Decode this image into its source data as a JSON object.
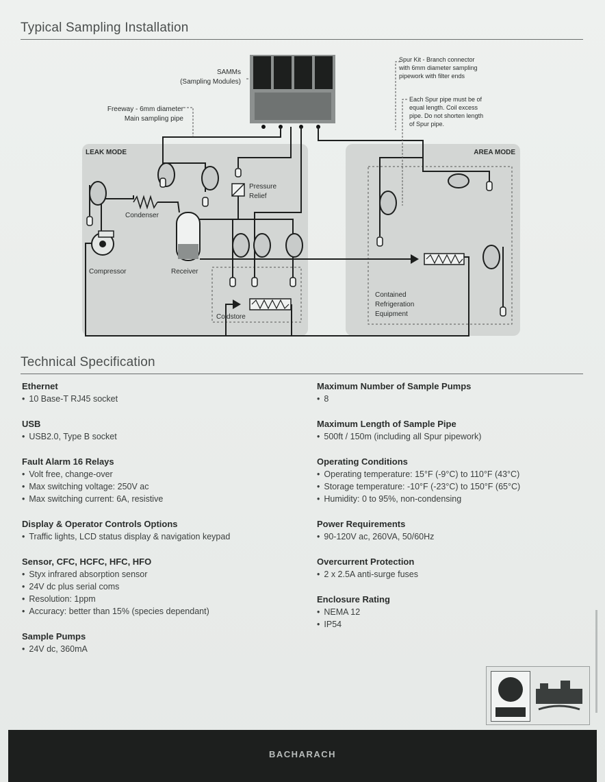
{
  "section1": {
    "title": "Typical Sampling Installation"
  },
  "diagram": {
    "samms": "SAMMs",
    "samms_sub": "(Sampling Modules)",
    "freeway_1": "Freeway - 6mm diameter",
    "freeway_2": "Main sampling pipe",
    "spur_1": "Spur Kit - Branch connector",
    "spur_2": "with 6mm diameter sampling",
    "spur_3": "pipework with filter ends",
    "each_1": "Each Spur pipe must be of",
    "each_2": "equal length. Coil excess",
    "each_3": "pipe. Do not shorten length",
    "each_4": "of Spur pipe.",
    "leak_mode": "LEAK MODE",
    "area_mode": "AREA MODE",
    "pressure": "Pressure",
    "relief": "Relief",
    "condenser": "Condenser",
    "compressor": "Compressor",
    "receiver": "Receiver",
    "coldstore": "Coldstore",
    "contained_1": "Contained",
    "contained_2": "Refrigeration",
    "contained_3": "Equipment"
  },
  "section2": {
    "title": "Technical Specification"
  },
  "specs_left": [
    {
      "title": "Ethernet",
      "items": [
        "10 Base-T RJ45 socket"
      ]
    },
    {
      "title": "USB",
      "items": [
        "USB2.0, Type B socket"
      ]
    },
    {
      "title": "Fault Alarm 16 Relays",
      "items": [
        "Volt free, change-over",
        "Max switching voltage: 250V ac",
        "Max switching current: 6A, resistive"
      ]
    },
    {
      "title": "Display & Operator Controls Options",
      "items": [
        "Traffic lights, LCD status display & navigation keypad"
      ]
    },
    {
      "title": "Sensor, CFC, HCFC, HFC, HFO",
      "items": [
        "Styx infrared absorption sensor",
        "24V dc plus serial coms",
        "Resolution: 1ppm",
        "Accuracy: better than 15% (species dependant)"
      ]
    },
    {
      "title": "Sample Pumps",
      "items": [
        "24V dc, 360mA"
      ]
    }
  ],
  "specs_right": [
    {
      "title": "Maximum Number of Sample Pumps",
      "items": [
        "8"
      ]
    },
    {
      "title": "Maximum Length of Sample Pipe",
      "items": [
        "500ft / 150m (including all Spur pipework)"
      ]
    },
    {
      "title": "Operating Conditions",
      "items": [
        "Operating temperature: 15°F (-9°C) to 110°F (43°C)",
        "Storage temperature: -10°F (-23°C) to 150°F (65°C)",
        "Humidity: 0 to 95%, non-condensing"
      ]
    },
    {
      "title": "Power Requirements",
      "items": [
        "90-120V ac, 260VA, 50/60Hz"
      ]
    },
    {
      "title": "Overcurrent Protection",
      "items": [
        "2 x 2.5A anti-surge fuses"
      ]
    },
    {
      "title": "Enclosure Rating",
      "items": [
        "NEMA 12",
        "IP54"
      ]
    }
  ],
  "footer": {
    "brand": "BACHARACH"
  },
  "icons": {
    "logo_left": "certification-seal-icon",
    "logo_right": "sponsor-logo-icon"
  }
}
